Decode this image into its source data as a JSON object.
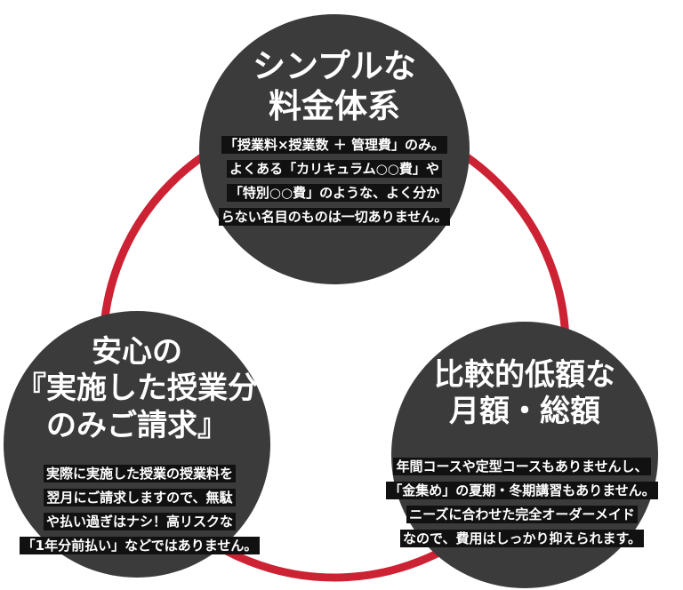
{
  "diagram": {
    "ring_color": "#cc2233",
    "circle_color": "#3b3b3b",
    "nodes": [
      {
        "id": "top",
        "title": "シンプルな\n料金体系",
        "body": [
          "「授業料×授業数 ＋ 管理費」のみ。",
          "よくある「カリキュラム○○費」や",
          "「特別○○費」のような、よく分か",
          "らない名目のものは一切ありません。"
        ]
      },
      {
        "id": "left",
        "title": "安心の\n『実施した授業分\nのみご請求』",
        "body": [
          "実際に実施した授業の授業料を",
          "翌月にご請求しますので、無駄",
          "や払い過ぎはナシ！高リスクな",
          "「1年分前払い」などではありません。"
        ]
      },
      {
        "id": "right",
        "title": "比較的低額な\n月額・総額",
        "body": [
          "年間コースや定型コースもありませんし、",
          "「金集め」の夏期・冬期講習もありません。",
          "ニーズに合わせた完全オーダーメイド",
          "なので、費用はしっかり抑えられます。"
        ]
      }
    ]
  }
}
